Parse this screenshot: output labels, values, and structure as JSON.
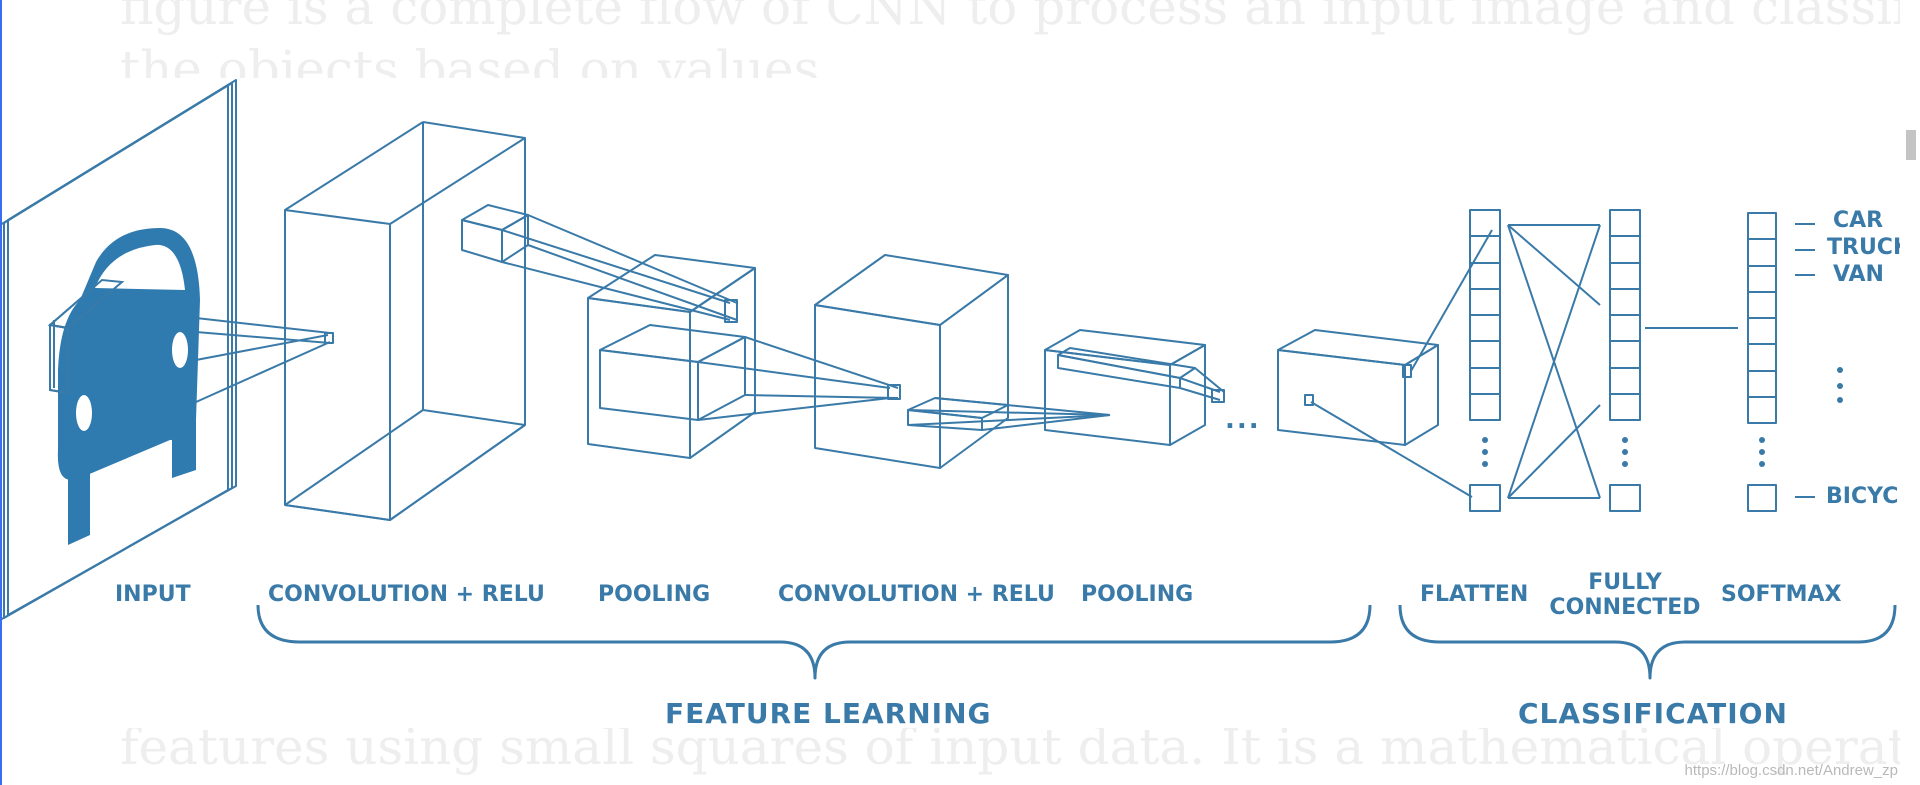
{
  "background_text": {
    "line1": "figure is a complete flow of CNN to process an input image and classifies",
    "line2": "the objects based on values.",
    "line3": "features using small squares of input data. It is a mathematical operation"
  },
  "diagram": {
    "stage_labels": {
      "input": "INPUT",
      "conv1": "CONVOLUTION + RELU",
      "pool1": "POOLING",
      "conv2": "CONVOLUTION + RELU",
      "pool2": "POOLING",
      "flatten": "FLATTEN",
      "fully_connected_line1": "FULLY",
      "fully_connected_line2": "CONNECTED",
      "softmax": "SOFTMAX"
    },
    "group_labels": {
      "feature_learning": "FEATURE LEARNING",
      "classification": "CLASSIFICATION"
    },
    "classes": [
      "CAR",
      "TRUCK",
      "VAN",
      "BICYCL"
    ],
    "ellipsis": "...",
    "accent_color": "#3a7aa8",
    "car_color": "#2f7bb0"
  },
  "watermark": "https://blog.csdn.net/Andrew_zp"
}
